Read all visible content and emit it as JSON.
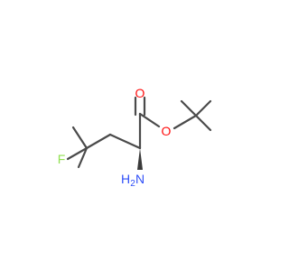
{
  "molecule": {
    "atoms": {
      "oxygen_carbonyl": "O",
      "oxygen_ester": "O",
      "fluorine": "F",
      "amine_n": "N",
      "amine_h": "H",
      "amine_h_count": "2"
    },
    "colors": {
      "bond": "#4a4a4a",
      "oxygen": "#ff0d0d",
      "fluorine": "#90e050",
      "nitrogen": "#3050f8"
    }
  }
}
